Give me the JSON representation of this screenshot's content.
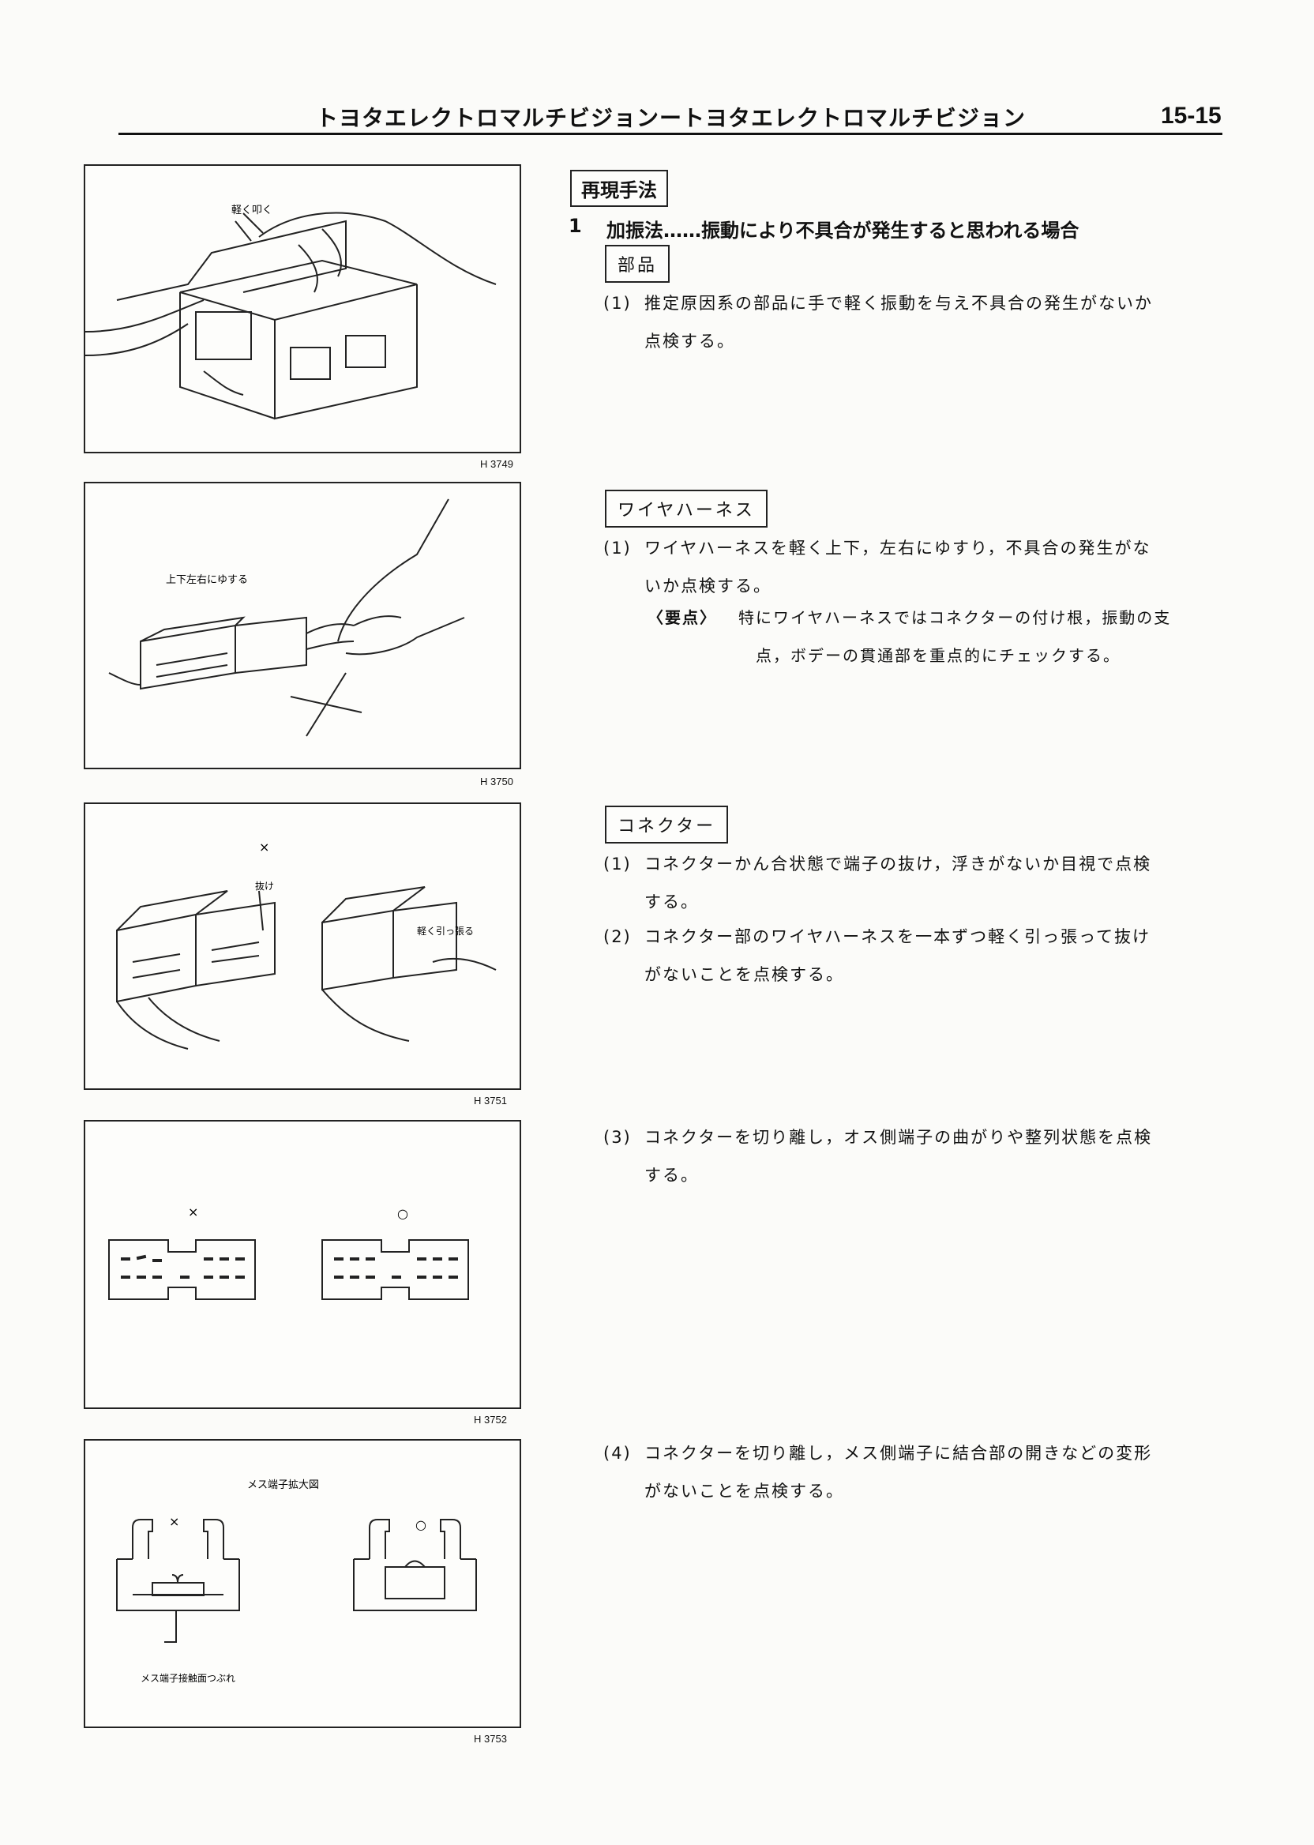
{
  "header": {
    "title": "トヨタエレクトロマルチビジョンートヨタエレクトロマルチビジョン",
    "page_number": "15-15"
  },
  "figures": [
    {
      "id": "H 3749",
      "label": "軽く叩く"
    },
    {
      "id": "H 3750",
      "label": "上下左右にゆする"
    },
    {
      "id": "H 3751",
      "label_mark": "×",
      "label_pulled": "抜け",
      "label_tug": "軽く引っ張る"
    },
    {
      "id": "H 3752",
      "mark_bad": "×",
      "mark_good": "○"
    },
    {
      "id": "H 3753",
      "title": "メス端子拡大図",
      "mark_bad": "×",
      "mark_good": "○",
      "label_crushed": "メス端子接触面つぶれ"
    }
  ],
  "section": {
    "heading": "再現手法",
    "step1": {
      "num": "1",
      "title": "加振法……振動により不具合が発生すると思われる場合"
    },
    "parts": {
      "heading": "部品",
      "items": [
        {
          "num": "(1)",
          "line1": "推定原因系の部品に手で軽く振動を与え不具合の発生がないか",
          "line2": "点検する。"
        }
      ]
    },
    "harness": {
      "heading": "ワイヤハーネス",
      "items": [
        {
          "num": "(1)",
          "line1": "ワイヤハーネスを軽く上下，左右にゆすり，不具合の発生がな",
          "line2": "いか点検する。"
        }
      ],
      "note": {
        "label": "〈要点〉",
        "line1": "特にワイヤハーネスではコネクターの付け根，振動の支",
        "line2": "点，ボデーの貫通部を重点的にチェックする。"
      }
    },
    "connector": {
      "heading": "コネクター",
      "items": [
        {
          "num": "(1)",
          "line1": "コネクターかん合状態で端子の抜け，浮きがないか目視で点検",
          "line2": "する。"
        },
        {
          "num": "(2)",
          "line1": "コネクター部のワイヤハーネスを一本ずつ軽く引っ張って抜け",
          "line2": "がないことを点検する。"
        },
        {
          "num": "(3)",
          "line1": "コネクターを切り離し，オス側端子の曲がりや整列状態を点検",
          "line2": "する。"
        },
        {
          "num": "(4)",
          "line1": "コネクターを切り離し，メス側端子に結合部の開きなどの変形",
          "line2": "がないことを点検する。"
        }
      ]
    }
  }
}
